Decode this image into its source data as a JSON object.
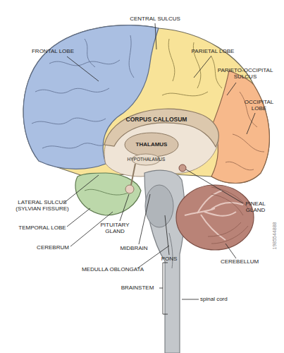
{
  "diagram": {
    "labels": [
      "FRONTAL LOBE",
      "CENTRAL SULCUS",
      "PARIETAL LOBE",
      "PARIETO-OCCIPITAL SULCUS",
      "OCCIPITAL LOBE",
      "CORPUS CALLOSUM",
      "THALAMUS",
      "HYPOTHALAMUS",
      "LATERAL SULCUS (SYLVIAN FISSURE)",
      "TEMPORAL LOBE",
      "PITUITARY GLAND",
      "CEREBRUM",
      "MIDBRAIN",
      "PONS",
      "MEDULLA OBLONGATA",
      "PINEAL GLAND",
      "CEREBELLUM",
      "BRAINSTEM",
      "spinal cord",
      "1985544888"
    ]
  }
}
